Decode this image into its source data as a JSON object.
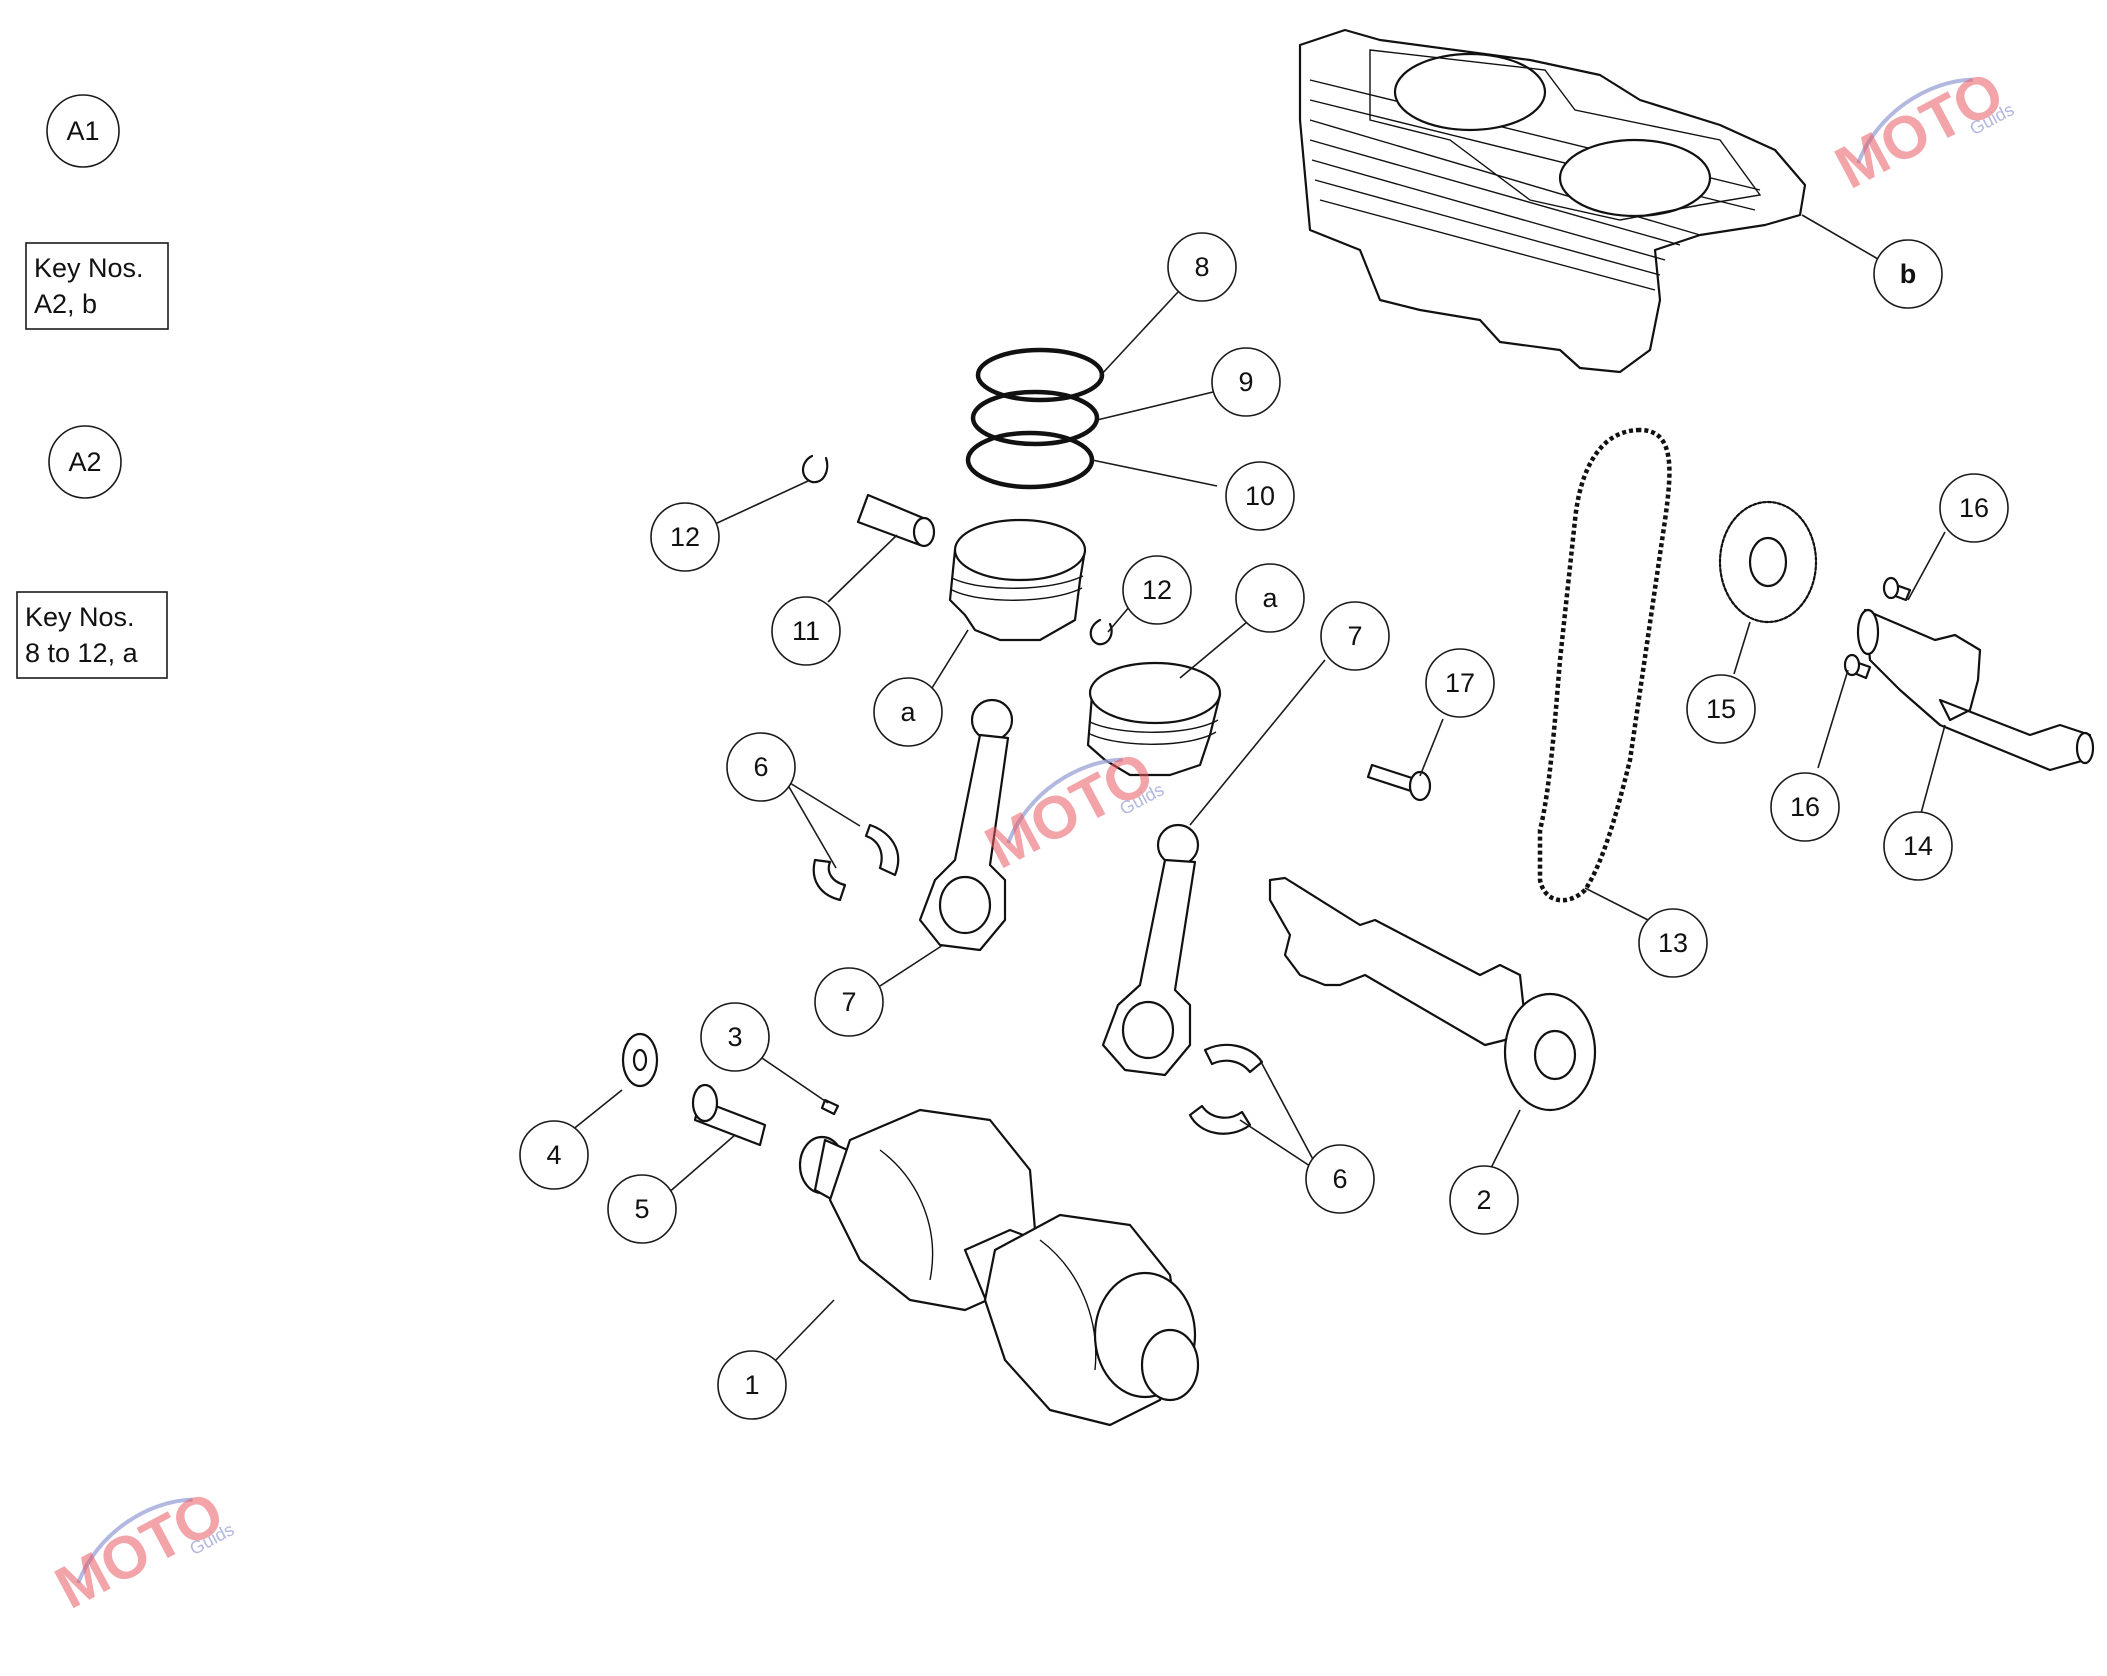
{
  "side_labels": {
    "a1": "A1",
    "key1_line1": "Key Nos.",
    "key1_line2": "A2, b",
    "a2": "A2",
    "key2_line1": "Key Nos.",
    "key2_line2": "8 to 12, a"
  },
  "callouts": {
    "c1": "1",
    "c2": "2",
    "c3": "3",
    "c4": "4",
    "c5": "5",
    "c6a": "6",
    "c6b": "6",
    "c7a": "7",
    "c7b": "7",
    "c8": "8",
    "c9": "9",
    "c10": "10",
    "c11": "11",
    "c12a": "12",
    "c12b": "12",
    "c13": "13",
    "c14": "14",
    "c15": "15",
    "c16a": "16",
    "c16b": "16",
    "c17": "17",
    "ca1": "a",
    "ca2": "a",
    "cb": "b"
  },
  "watermark": {
    "main": "MOTO",
    "sub": "Guids"
  },
  "colors": {
    "line": "#111111",
    "watermark_red": "#e85a63",
    "watermark_blue": "#9fa6d8"
  }
}
